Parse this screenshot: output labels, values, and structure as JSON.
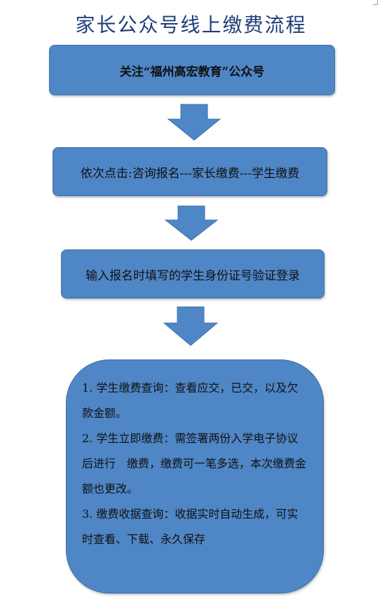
{
  "title": "家长公众号线上缴费流程",
  "steps": {
    "step1": "关注“福州高宏教育”公众号",
    "step2": "依次点击:咨询报名---家长缴费---学生缴费",
    "step3": "输入报名时填写的学生身份证号验证登录"
  },
  "details": {
    "item1": "1. 学生缴费查询：查看应交，已交，以及欠款金额。",
    "item2": "2. 学生立即缴费：需签署两份入学电子协议后进行　缴费，缴费可一笔多选，本次缴费金额也更改。",
    "item3": "3. 缴费收据查询：收据实时自动生成，可实时查看、下载、永久保存"
  },
  "colors": {
    "box_fill": "#4f86c6",
    "title_text": "#1f3d78"
  }
}
